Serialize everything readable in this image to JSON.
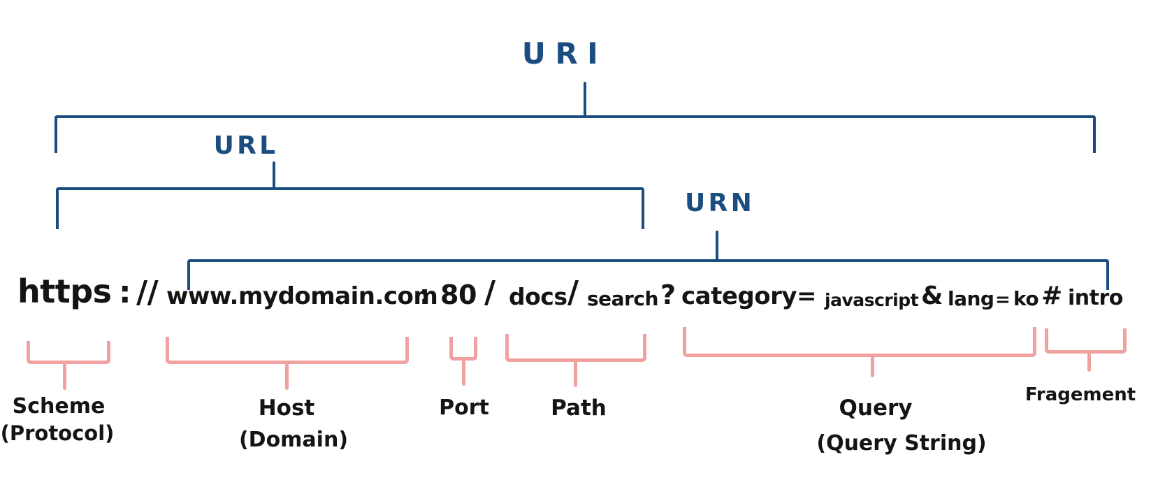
{
  "diagram": {
    "title_hint": "URI structure diagram",
    "tree": {
      "uri_label": "URI",
      "url_label": "URL",
      "urn_label": "URN"
    },
    "url": {
      "full": "https://www.mydomain.com:80/docs/search?category=javascript&lang=ko#intro",
      "segments": [
        "https",
        ":",
        "//",
        "www.mydomain.com",
        ":",
        "80",
        "/",
        "docs",
        "/",
        "search",
        "?",
        "category",
        "=",
        "javascript",
        "&",
        "lang",
        "=",
        "ko",
        "#",
        "intro"
      ]
    },
    "annotations": [
      {
        "label": "Scheme",
        "sublabel": "(Protocol)"
      },
      {
        "label": "Host",
        "sublabel": "(Domain)"
      },
      {
        "label": "Port",
        "sublabel": ""
      },
      {
        "label": "Path",
        "sublabel": ""
      },
      {
        "label": "Query",
        "sublabel": "(Query String)"
      },
      {
        "label": "Fragement",
        "sublabel": ""
      }
    ],
    "colors": {
      "tree_blue": "#1b4d80",
      "bracket_pink": "#f2a1a1",
      "text_black": "#141414",
      "background": "#ffffff"
    }
  }
}
